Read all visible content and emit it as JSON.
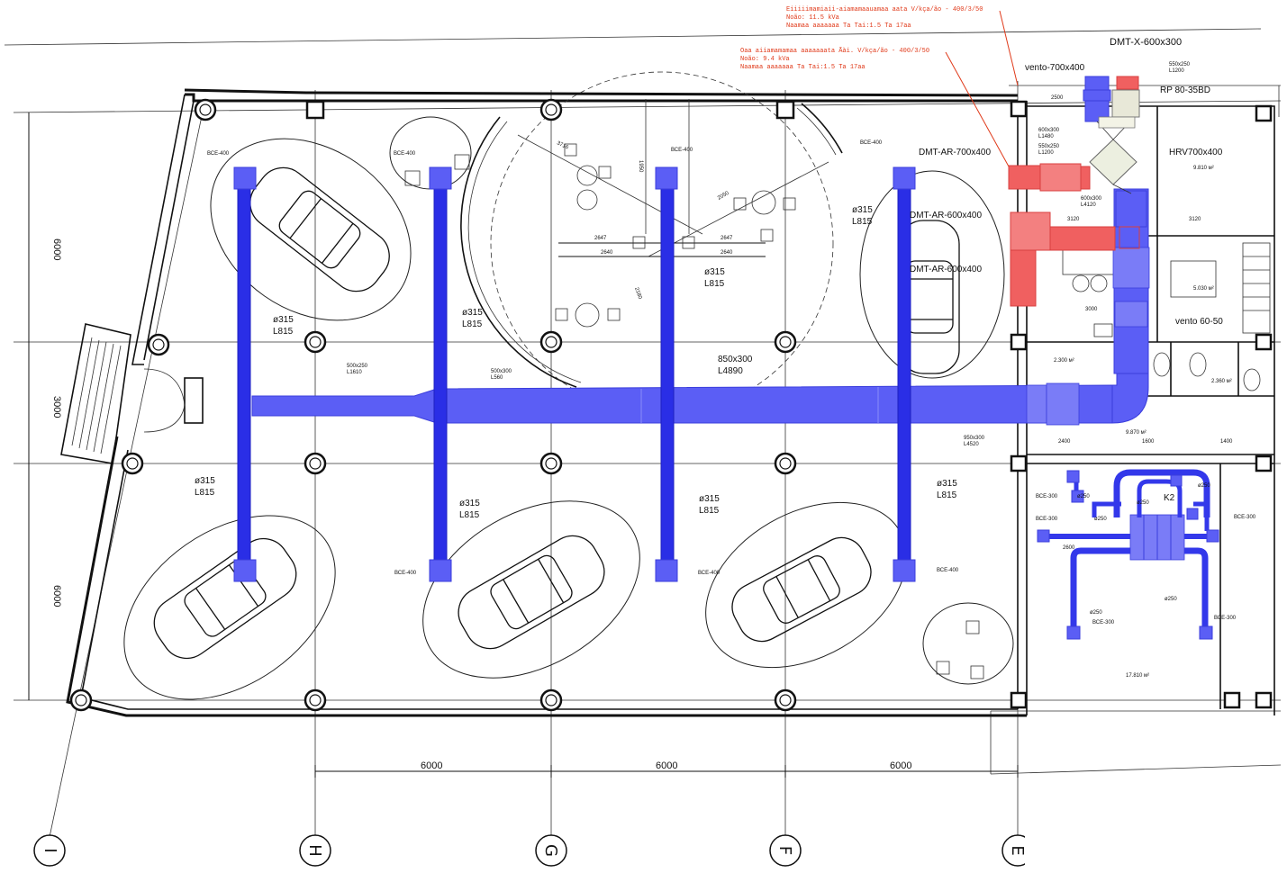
{
  "title": "",
  "notes": {
    "note1": [
      "Eiiiiimamiaii-aiamamaauamaa aata V/kça/ão - 400/3/50",
      "Noão: 11.5 kVa",
      "Naamaa aaaaaaa Ta Tai:1.5 Ta 17aa"
    ],
    "note2": [
      "Oaa aiiamamamaa aaaaaaata Ãài. V/kça/ão - 400/3/50",
      "Noão: 9.4 kVa",
      "Naamaa aaaaaaa Ta Tai:1.5 Ta 17aa"
    ]
  },
  "equipment": {
    "dmt_x": "DMT-X-600x300",
    "vento_700": "vento-700x400",
    "dmt_ar_700": "DMT-AR-700x400",
    "dmt_ar_1": "DMT-AR-600x400",
    "dmt_ar_2": "DMT-AR-600x400",
    "hrv": "HRV700x400",
    "rp": "RP 80-35BD",
    "vento_small": "vento 60-50",
    "k2": "K2"
  },
  "ducts": {
    "main": "850x300",
    "main_len": "L4890",
    "branch": "ø315",
    "branch_len": "L815",
    "seg1": "500x250",
    "seg1_len": "L1610",
    "seg2": "500x300",
    "seg2_len": "L560",
    "seg3": "600x300",
    "seg3_len": "L1480",
    "seg4": "550x250",
    "seg4_len": "L1200",
    "seg5": "600x300",
    "seg5_len": "L4120",
    "seg6": "950x300",
    "seg6_len": "L4520",
    "seg7": "550x250",
    "seg7_len": "L1200"
  },
  "diffuser": "ВСЕ-400",
  "diffuser_small": "ВСЕ-300",
  "small_duct": "ø250",
  "dimensions": {
    "bay1": "6000",
    "bay2": "6000",
    "bay3": "6000",
    "left1": "6000",
    "left2": "3000",
    "left3": "6000",
    "d2500": "2500",
    "d3120a": "3120",
    "d3120b": "3120",
    "d2647a": "2647",
    "d2647b": "2647",
    "d2640": "2640",
    "d2640b": "2640",
    "d1600": "1600",
    "d1400": "1400",
    "d2600": "2600",
    "d2400": "2400",
    "d3000": "3000",
    "d1950": "1950",
    "d3716": "3716",
    "d2050": "2050",
    "d2180": "2180"
  },
  "areas": {
    "a1": "9.870 м²",
    "a2": "9.810 м²",
    "a3": "5.030 м²",
    "a4": "17.810 м²",
    "a5": "2.300 м²",
    "a6": "2.360 м²"
  },
  "axes": [
    "I",
    "H",
    "G",
    "F",
    "E"
  ]
}
